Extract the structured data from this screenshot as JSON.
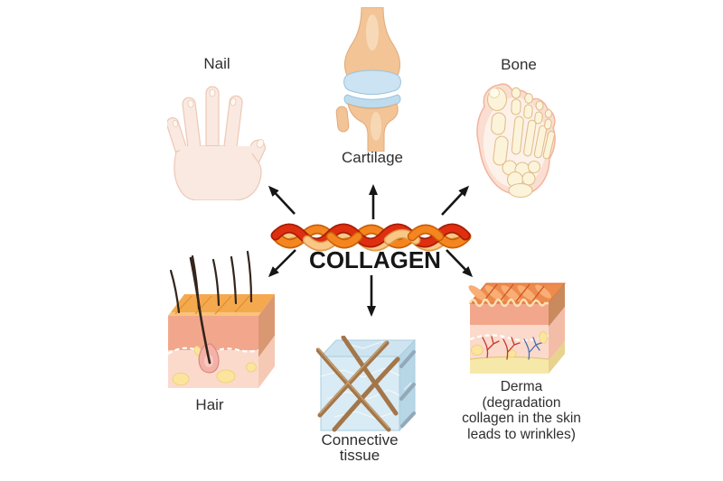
{
  "diagram": {
    "title": "COLLAGEN",
    "center_icon": "collagen-fiber-icon",
    "nodes": [
      {
        "id": "nail",
        "label": "Nail",
        "icon": "hand-nails-icon",
        "position": "top-left"
      },
      {
        "id": "cartilage",
        "label": "Cartilage",
        "icon": "knee-joint-icon",
        "position": "top-center"
      },
      {
        "id": "bone",
        "label": "Bone",
        "icon": "foot-bones-icon",
        "position": "top-right"
      },
      {
        "id": "hair",
        "label": "Hair",
        "icon": "hair-skin-section-icon",
        "position": "bottom-left"
      },
      {
        "id": "connective_tissue",
        "label": [
          "Connective",
          "tissue"
        ],
        "icon": "connective-tissue-cube-icon",
        "position": "bottom-center"
      },
      {
        "id": "derma",
        "label": [
          "Derma",
          "(degradation",
          "collagen in the skin",
          "leads to wrinkles)"
        ],
        "icon": "derma-skin-section-icon",
        "position": "bottom-right"
      }
    ],
    "arrows": [
      "to-nail",
      "to-cartilage",
      "to-bone",
      "to-hair",
      "to-connective-tissue",
      "to-derma"
    ]
  },
  "colors": {
    "background": "#FFFFFF",
    "text": "#2F2F2F",
    "title_text": "#161616",
    "arrow": "#161616",
    "braid_red": "#DF2F10",
    "braid_red_dark": "#A61E04",
    "braid_orange": "#F5861F",
    "braid_orange_dark": "#C95F08",
    "braid_tan": "#F9C786",
    "braid_tan_dark": "#DE9A4C",
    "skin": "#FAE9E0",
    "skin_outline": "#ECC8B6",
    "nail": "#FEF8F3",
    "bone_tan": "#F2C496",
    "bone_outline": "#E0A97B",
    "bone_highlight": "#F8DCBA",
    "cartilage_blue": "#CBE3F2",
    "cartilage_outline": "#9CC4DE",
    "cartilage_lower": "#BFDCEE",
    "foot_flesh": "#FBDED2",
    "foot_outline": "#F3B49E",
    "foot_inner": "#FDF2EA",
    "foot_bone": "#FCF4DA",
    "foot_bone_outline": "#E2BE8C",
    "epidermis_orange": "#F5A94F",
    "epidermis_light": "#F9C478",
    "epidermis_line": "#E0902F",
    "side_tan": "#D99871",
    "side_pink": "#F5C9B4",
    "dermis_salmon": "#F2A78C",
    "dermis_pink": "#FBDACC",
    "fat_yellow": "#FBE59E",
    "fat_outline": "#EFD27E",
    "hair_dark": "#33251C",
    "follicle_pink": "#F4B1A7",
    "follicle_outline": "#D98A80",
    "tissue_front": "#D9EBF4",
    "tissue_top": "#CEE5F1",
    "tissue_side": "#B7D6E6",
    "tissue_outline": "#A9CCDE",
    "fiber_brown": "#A3764A",
    "fiber_highlight": "#C8A070",
    "fiber_gray": "#93A9B8",
    "wrinkle_orange": "#ED8A4D",
    "wrinkle_light": "#F8AE74",
    "wrinkle_groove": "#D1571F",
    "wrinkle_edge": "#FAE0B4",
    "derma_side_brown": "#C98A5E",
    "derma_side_pink": "#F3BCA6",
    "derma_side_yellow": "#E9D28E",
    "derma_fat_band": "#F6E8A8",
    "derma_fat_line": "#E0C87E",
    "vessel_red": "#C3392B",
    "vessel_blue": "#4A6FB5"
  }
}
